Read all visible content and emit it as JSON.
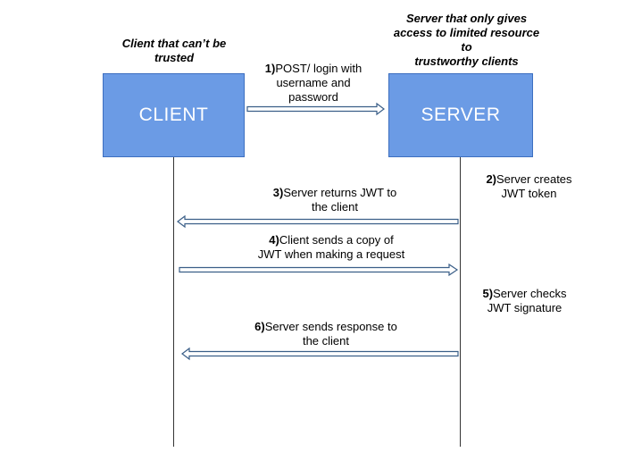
{
  "client": {
    "caption": [
      "Client that can’t be",
      "trusted"
    ],
    "label": "CLIENT"
  },
  "server": {
    "caption": [
      "Server that only gives",
      "access to limited resource",
      "to",
      "trustworthy clients"
    ],
    "label": "SERVER"
  },
  "steps": [
    {
      "num": "1)",
      "lines": [
        "POST/ login with",
        "username and",
        "password"
      ]
    },
    {
      "num": "2)",
      "lines": [
        "Server creates",
        "JWT token"
      ]
    },
    {
      "num": "3)",
      "lines": [
        "Server returns JWT to",
        "the client"
      ]
    },
    {
      "num": "4)",
      "lines": [
        "Client sends a copy of",
        "JWT when making a request"
      ]
    },
    {
      "num": "5)",
      "lines": [
        "Server checks",
        "JWT signature"
      ]
    },
    {
      "num": "6)",
      "lines": [
        "Server sends response to",
        "the client"
      ]
    }
  ],
  "colors": {
    "box_fill": "#6b9be5",
    "box_border": "#3d6fc0",
    "arrow_fill": "#ffffff",
    "arrow_stroke": "#3b5f88",
    "lifeline": "#333333"
  }
}
